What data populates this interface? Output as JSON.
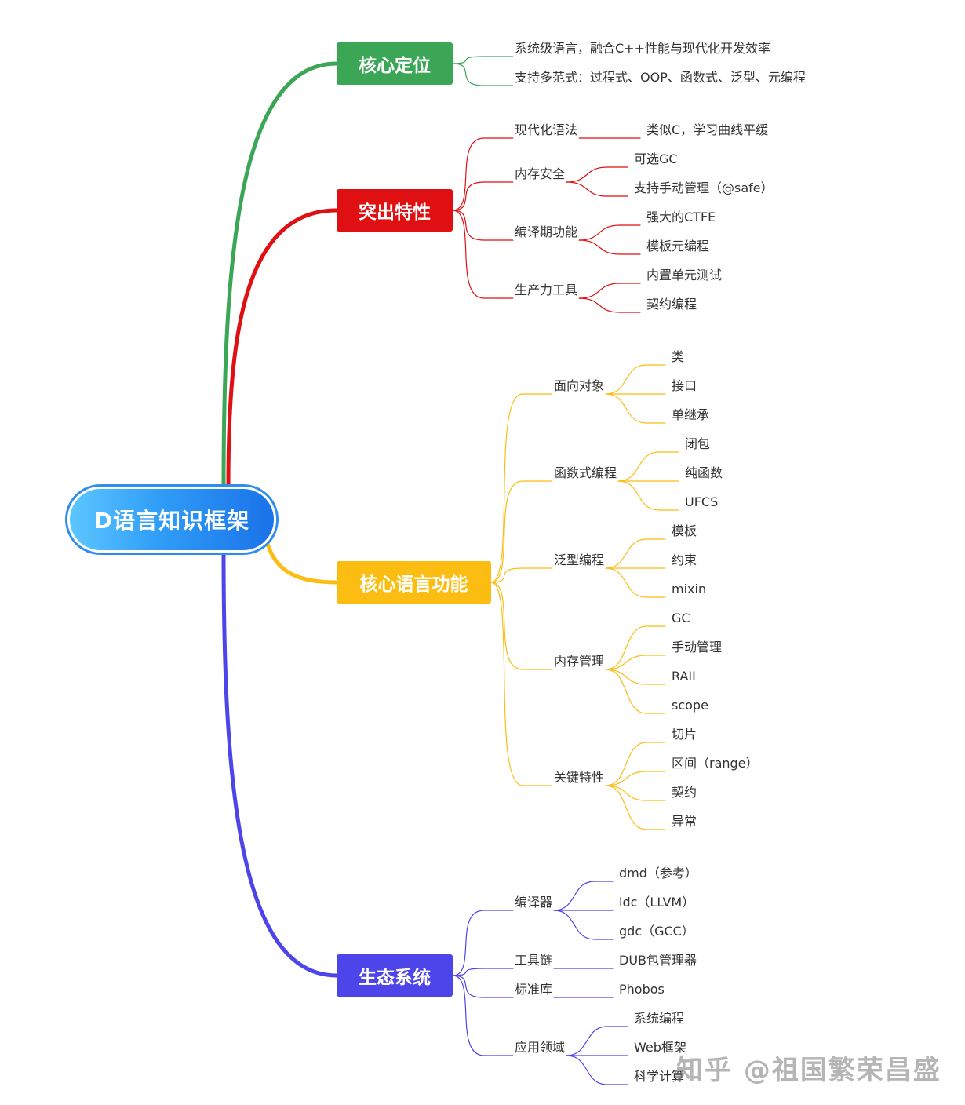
{
  "root": {
    "label": "D语言知识框架"
  },
  "colors": {
    "green": "#3aa656",
    "red": "#df0f12",
    "yellow": "#fbbd12",
    "blue": "#4d45ea"
  },
  "branches": [
    {
      "label": "核心定位",
      "color": "#3aa656",
      "children": [
        {
          "label": "系统级语言，融合C++性能与现代化开发效率"
        },
        {
          "label": "支持多范式：过程式、OOP、函数式、泛型、元编程"
        }
      ]
    },
    {
      "label": "突出特性",
      "color": "#df0f12",
      "children": [
        {
          "label": "现代化语法",
          "children": [
            {
              "label": "类似C，学习曲线平缓"
            }
          ]
        },
        {
          "label": "内存安全",
          "children": [
            {
              "label": "可选GC"
            },
            {
              "label": "支持手动管理（@safe）"
            }
          ]
        },
        {
          "label": "编译期功能",
          "children": [
            {
              "label": "强大的CTFE"
            },
            {
              "label": "模板元编程"
            }
          ]
        },
        {
          "label": "生产力工具",
          "children": [
            {
              "label": "内置单元测试"
            },
            {
              "label": "契约编程"
            }
          ]
        }
      ]
    },
    {
      "label": "核心语言功能",
      "color": "#fbbd12",
      "children": [
        {
          "label": "面向对象",
          "children": [
            {
              "label": "类"
            },
            {
              "label": "接口"
            },
            {
              "label": "单继承"
            }
          ]
        },
        {
          "label": "函数式编程",
          "children": [
            {
              "label": "闭包"
            },
            {
              "label": "纯函数"
            },
            {
              "label": "UFCS"
            }
          ]
        },
        {
          "label": "泛型编程",
          "children": [
            {
              "label": "模板"
            },
            {
              "label": "约束"
            },
            {
              "label": "mixin"
            }
          ]
        },
        {
          "label": "内存管理",
          "children": [
            {
              "label": "GC"
            },
            {
              "label": "手动管理"
            },
            {
              "label": "RAII"
            },
            {
              "label": "scope"
            }
          ]
        },
        {
          "label": "关键特性",
          "children": [
            {
              "label": "切片"
            },
            {
              "label": "区间（range）"
            },
            {
              "label": "契约"
            },
            {
              "label": "异常"
            }
          ]
        }
      ]
    },
    {
      "label": "生态系统",
      "color": "#4d45ea",
      "children": [
        {
          "label": "编译器",
          "children": [
            {
              "label": "dmd（参考）"
            },
            {
              "label": "ldc（LLVM）"
            },
            {
              "label": "gdc（GCC）"
            }
          ]
        },
        {
          "label": "工具链",
          "children": [
            {
              "label": "DUB包管理器"
            }
          ]
        },
        {
          "label": "标准库",
          "children": [
            {
              "label": "Phobos"
            }
          ]
        },
        {
          "label": "应用领域",
          "children": [
            {
              "label": "系统编程"
            },
            {
              "label": "Web框架"
            },
            {
              "label": "科学计算"
            }
          ]
        }
      ]
    }
  ],
  "watermark": "知乎 @祖国繁荣昌盛"
}
